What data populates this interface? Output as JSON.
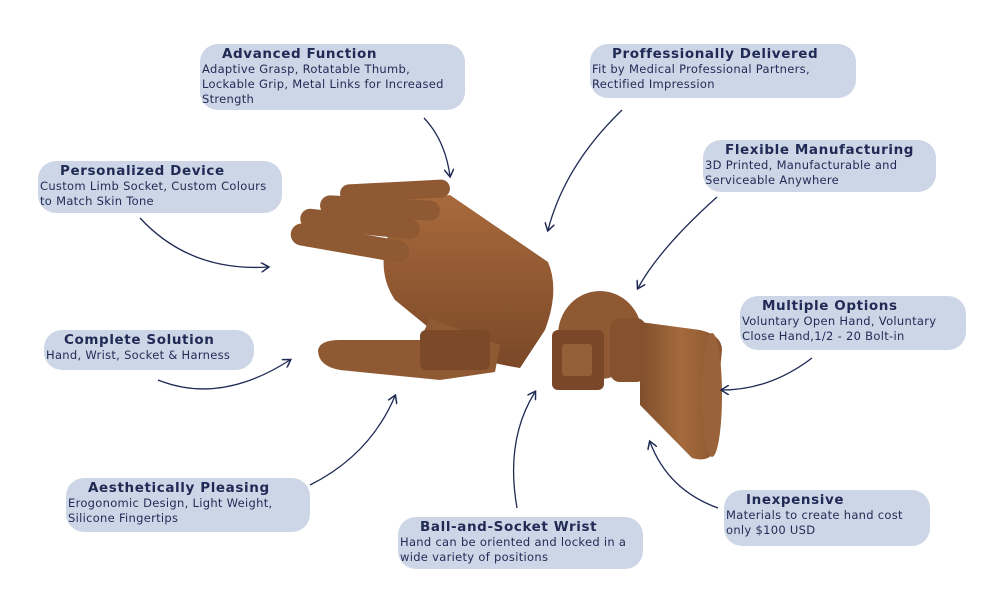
{
  "callouts": {
    "advanced_function": {
      "title": "Advanced Function",
      "description": "Adaptive Grasp, Rotatable Thumb, Lockable Grip, Metal Links for Increased Strength"
    },
    "professionally_delivered": {
      "title": "Proffessionally Delivered",
      "description": "Fit by Medical Professional Partners, Rectified Impression"
    },
    "personalized_device": {
      "title": "Personalized Device",
      "description": "Custom Limb Socket, Custom Colours to Match Skin Tone"
    },
    "flexible_manufacturing": {
      "title": "Flexible Manufacturing",
      "description": "3D Printed, Manufacturable and Serviceable Anywhere"
    },
    "complete_solution": {
      "title": "Complete Solution",
      "description": "Hand, Wrist, Socket & Harness"
    },
    "multiple_options": {
      "title": "Multiple Options",
      "description": "Voluntary Open Hand, Voluntary Close Hand,1/2 - 20 Bolt-in"
    },
    "aesthetically_pleasing": {
      "title": "Aesthetically Pleasing",
      "description": "Erogonomic Design, Light Weight, Silicone Fingertips"
    },
    "ball_socket_wrist": {
      "title": "Ball-and-Socket Wrist",
      "description": "Hand can be oriented and locked in a wide variety of positions"
    },
    "inexpensive": {
      "title": "Inexpensive",
      "description": "Materials to create hand cost only $100 USD"
    }
  },
  "colors": {
    "callout_fill": "#cdd6e6",
    "text": "#1f2a55",
    "arrow": "#1f2a55",
    "prosthetic": "#8a5630"
  }
}
